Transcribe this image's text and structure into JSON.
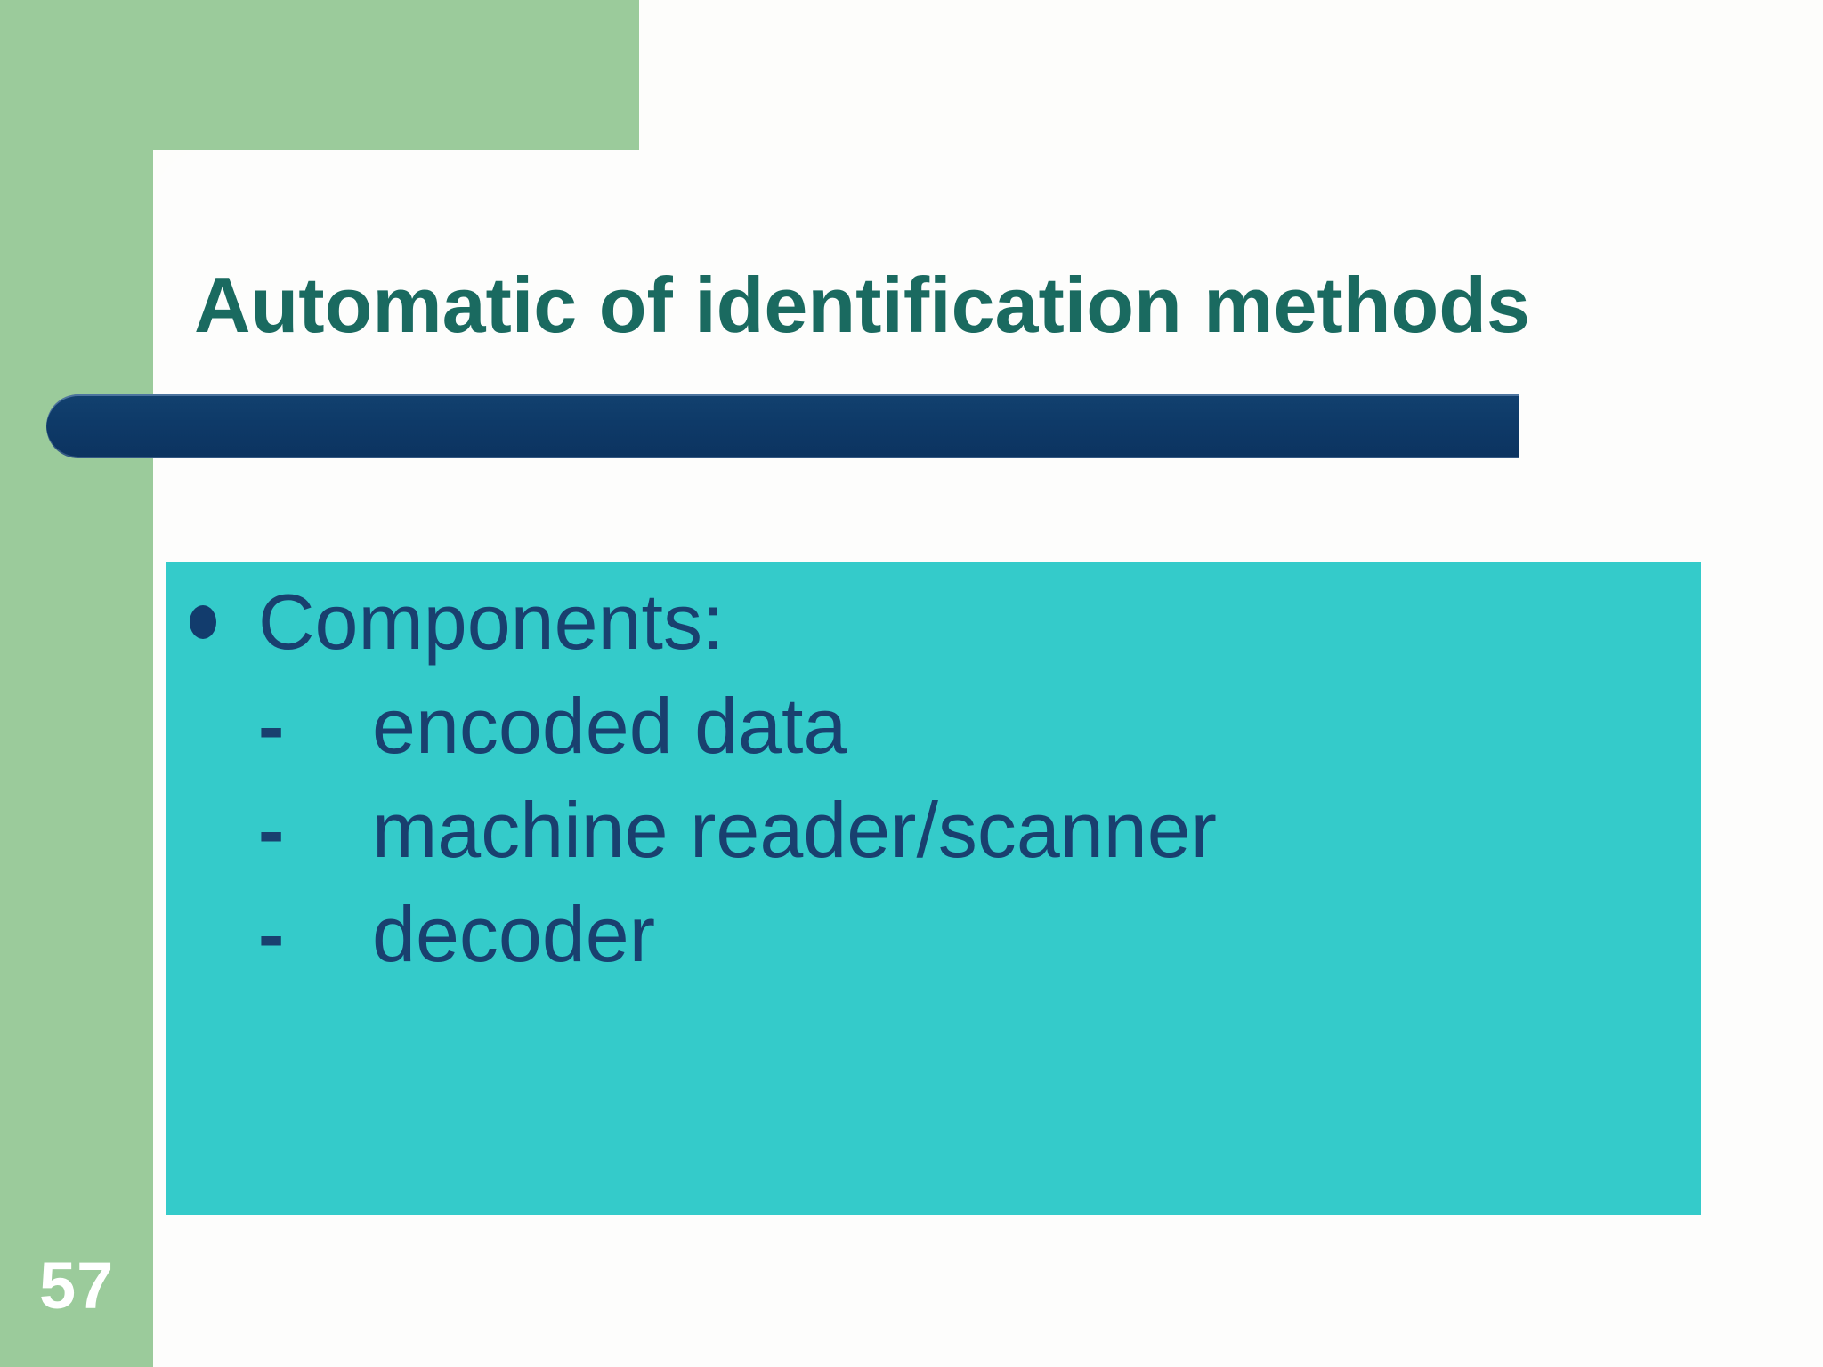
{
  "slide": {
    "title": "Automatic of identification methods",
    "page_number": "57",
    "content": {
      "heading": "Components:",
      "dash": "-",
      "items": [
        "encoded data",
        "machine reader/scanner",
        "decoder"
      ]
    },
    "colors": {
      "sidebar_green": "#9bcb9b",
      "divider_navy": "#0e3a68",
      "content_box_teal": "#34cbca",
      "title_teal": "#1a6a60",
      "body_text_navy": "#19406f",
      "page_number_white": "#ffffff"
    }
  }
}
